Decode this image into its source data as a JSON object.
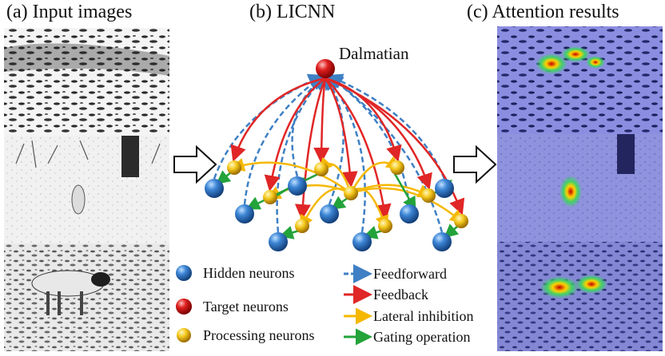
{
  "titles": {
    "input": "(a) Input images",
    "licnn": "(b) LICNN",
    "attention": "(c) Attention results"
  },
  "target_label": "Dalmatian",
  "legend": {
    "hidden": "Hidden neurons",
    "target": "Target neurons",
    "processing": "Processing neurons",
    "feedforward": "Feedforward",
    "feedback": "Feedback",
    "lateral": "Lateral inhibition",
    "gating": "Gating operation"
  },
  "colors": {
    "hidden": "#2f6fb8",
    "target": "#d81a1a",
    "processing": "#f3c21a",
    "feedforward": "#3f80c4",
    "feedback": "#e02626",
    "lateral": "#f5b800",
    "gating": "#23a33a"
  }
}
